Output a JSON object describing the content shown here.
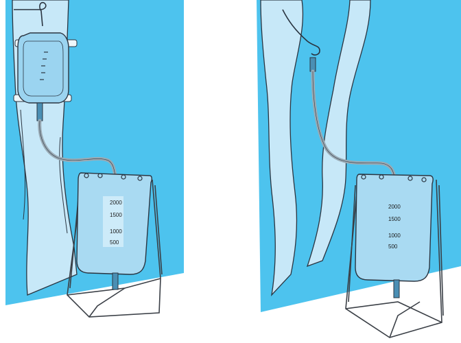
{
  "colors": {
    "background_panel": "#4dc3ee",
    "skin_fill": "#c7e8f8",
    "bag_fill": "#a9daf2",
    "urine_fill": "#9bd4f0",
    "outline": "#2a3440",
    "frame": "#3a3f46",
    "tube": "#b9c7cf"
  },
  "left_panel": {
    "scale_labels": [
      "2000",
      "1500",
      "1000",
      "500"
    ]
  },
  "right_panel": {
    "scale_labels": [
      "2000",
      "1500",
      "1000",
      "500"
    ]
  }
}
